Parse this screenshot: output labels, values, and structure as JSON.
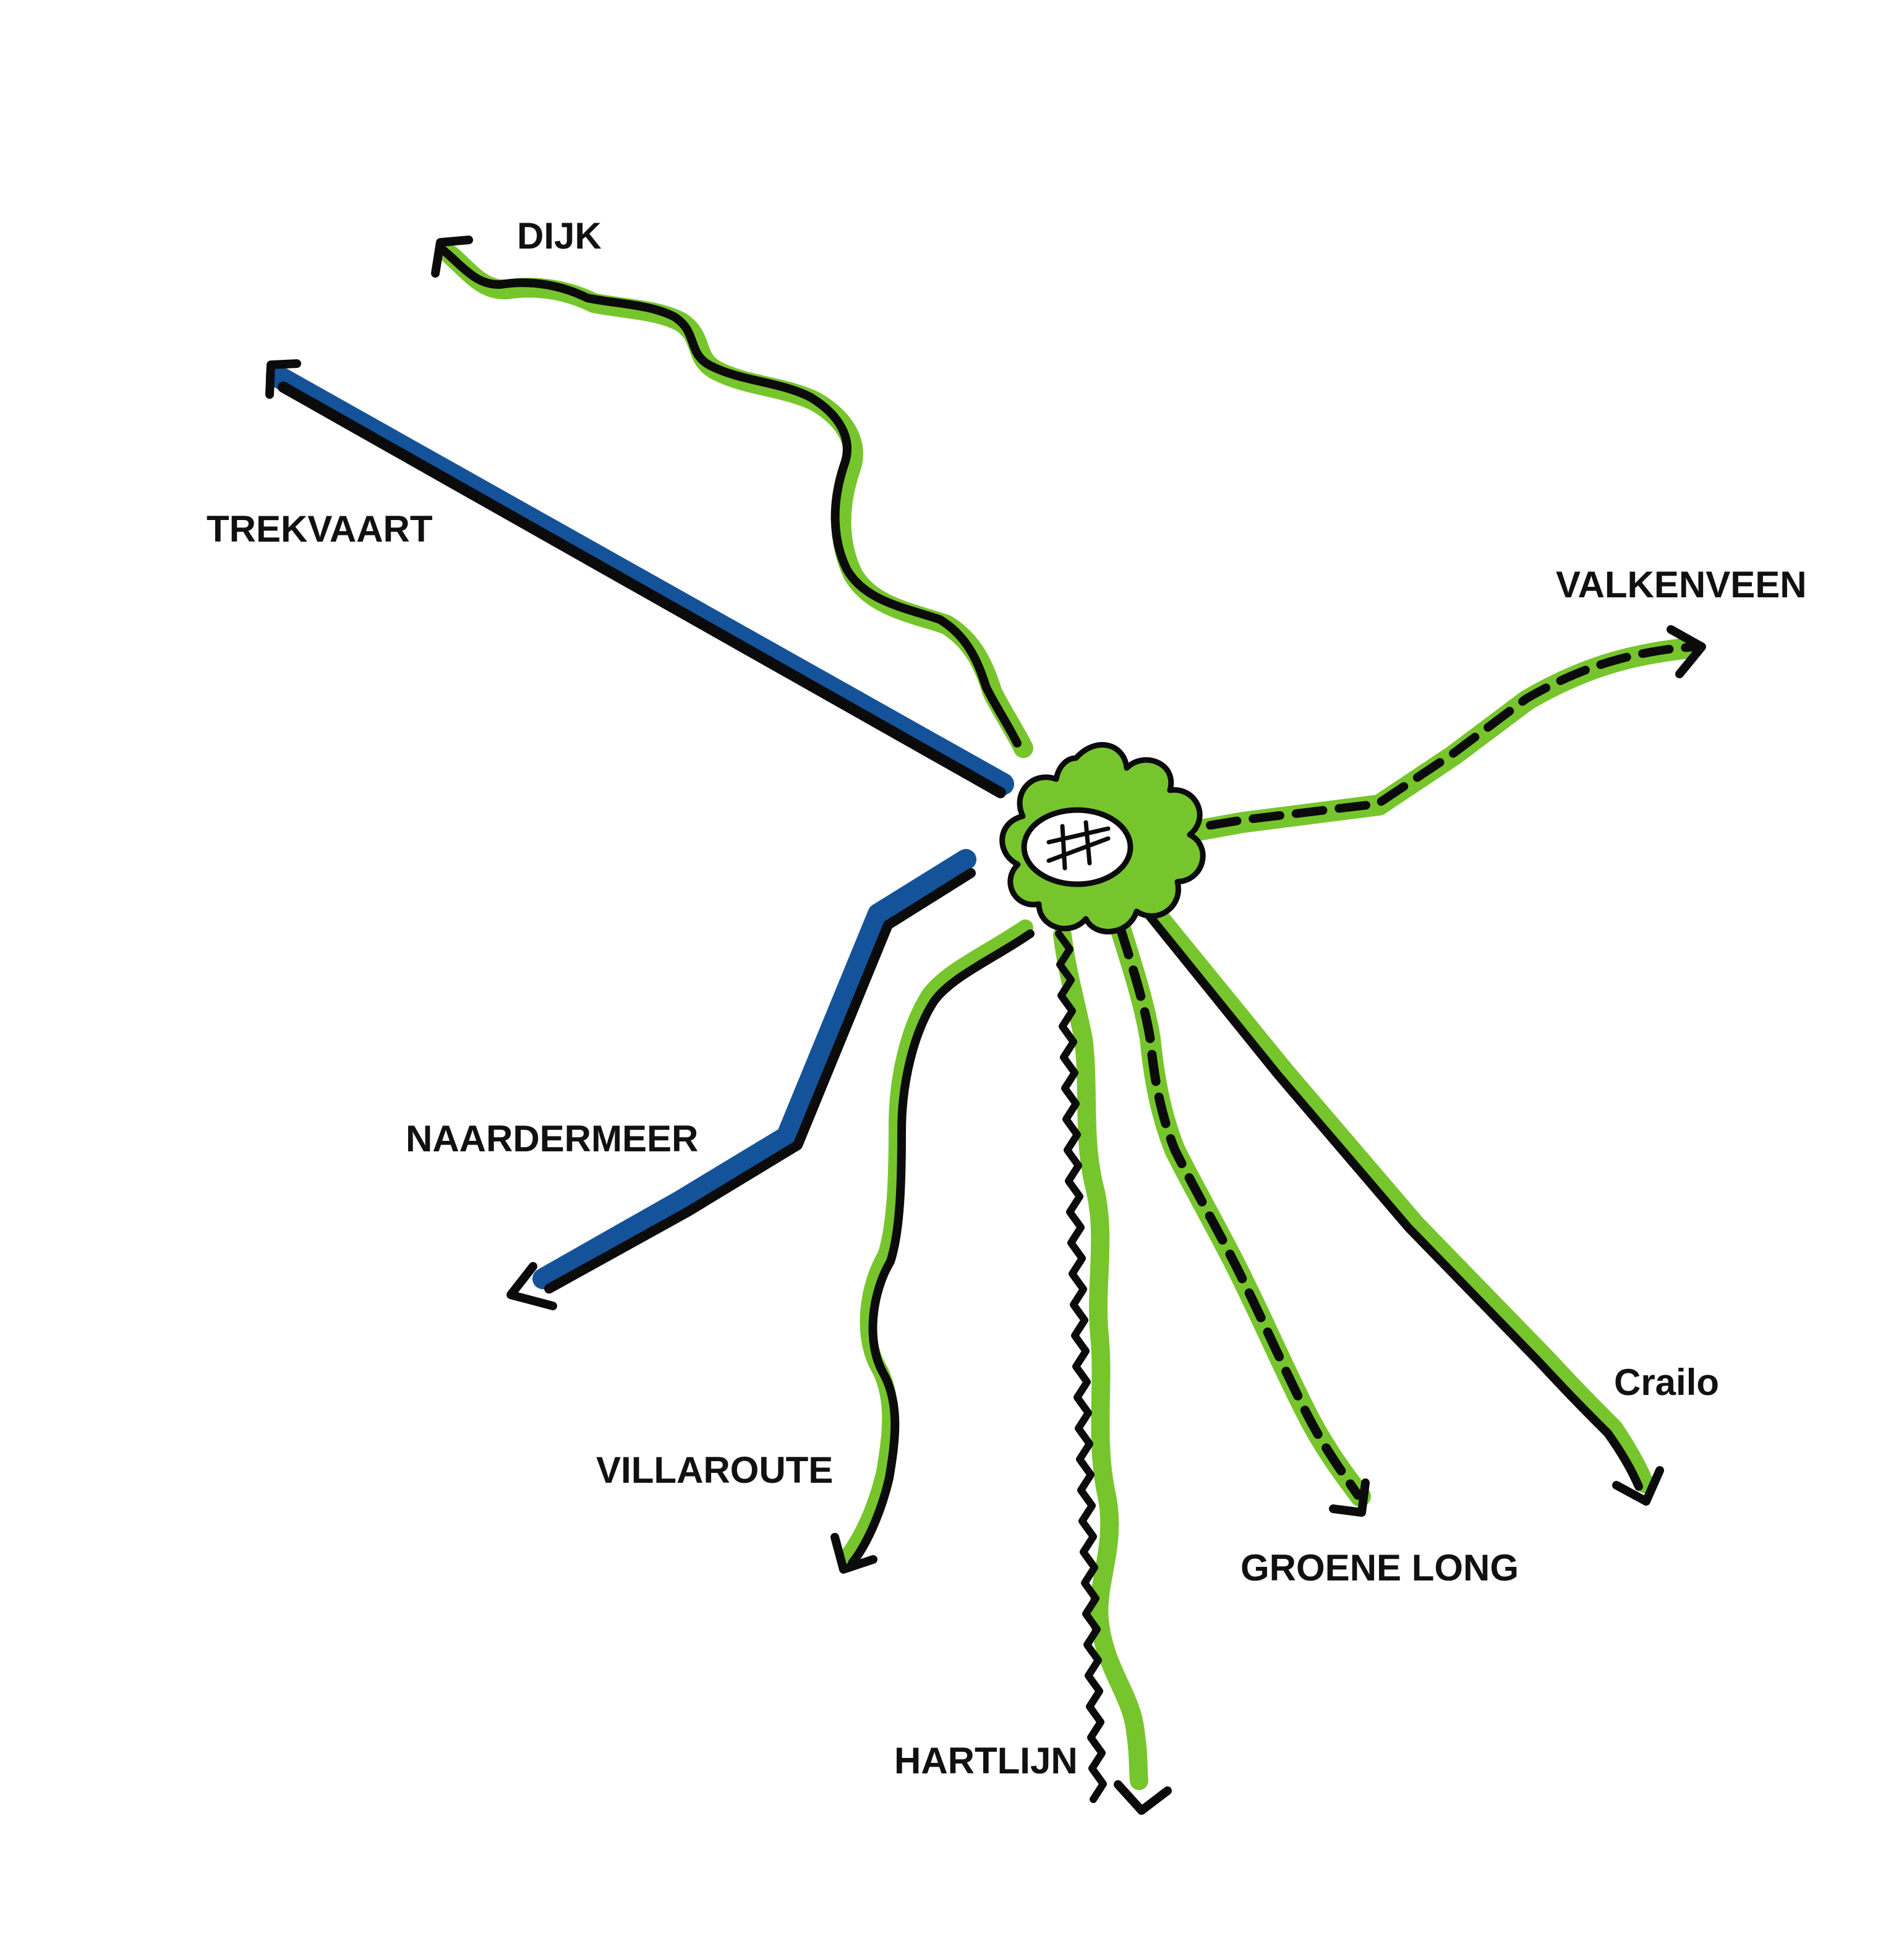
{
  "colors": {
    "green": "#77c52c",
    "blue": "#14539a",
    "ink": "#0b0b0b",
    "background": "#ffffff",
    "hub_center": "#ffffff"
  },
  "hub": {
    "icon": "town-hub-icon",
    "symbol": "crossed-paths"
  },
  "routes": [
    {
      "id": "dijk",
      "label": "DIJK",
      "style": "green-wavy"
    },
    {
      "id": "trekvaart",
      "label": "TREKVAART",
      "style": "blue-straight"
    },
    {
      "id": "valkenveen",
      "label": "VALKENVEEN",
      "style": "green-dashed"
    },
    {
      "id": "naardermeer",
      "label": "NAARDERMEER",
      "style": "blue-bent"
    },
    {
      "id": "villaroute",
      "label": "VILLAROUTE",
      "style": "green-curvy"
    },
    {
      "id": "hartlijn",
      "label": "HARTLIJN",
      "style": "green-zigzag"
    },
    {
      "id": "groene-long",
      "label": "GROENE LONG",
      "style": "green-dashed"
    },
    {
      "id": "crailo",
      "label": "Crailo",
      "style": "green-straight"
    }
  ]
}
